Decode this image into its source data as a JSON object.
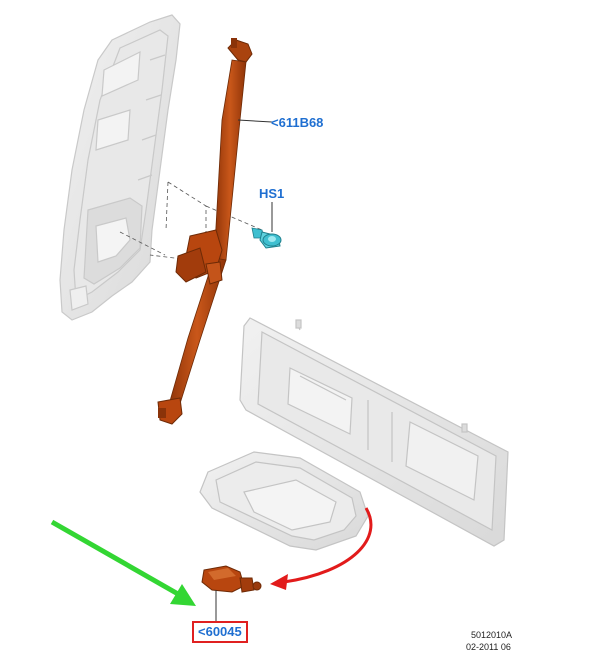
{
  "callouts": {
    "belt_assembly": "<611B68",
    "bolt": "HS1",
    "buckle": "<60045"
  },
  "figure_code": "5012010A",
  "figure_date": "02-2011 06",
  "colors": {
    "belt": "#b8460f",
    "bolt": "#3fbfd0",
    "callout_text": "#1f6fd1",
    "highlight_box": "#e02020",
    "green_arrow": "#33d633",
    "red_arrow": "#e21b1b"
  }
}
